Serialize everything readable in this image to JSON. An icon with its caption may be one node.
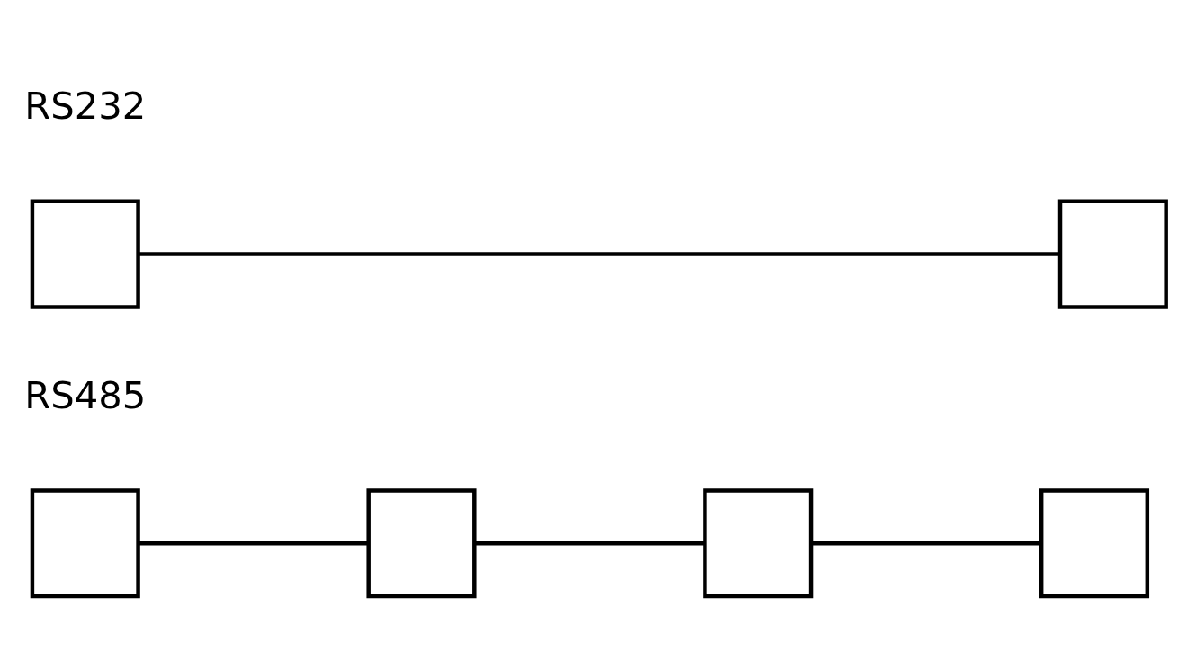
{
  "diagram": {
    "nodes": [
      {
        "text": [],
        "shape": "box"
      },
      {
        "text": [],
        "shape": "box"
      },
      {
        "text": [],
        "shape": "box"
      },
      {
        "text": [],
        "shape": "box"
      },
      {
        "text": [],
        "shape": "box"
      },
      {
        "text": [],
        "shape": "box"
      }
    ],
    "edges": [
      {
        "from": 0,
        "to": 1,
        "arrow": "none"
      },
      {
        "from": 2,
        "to": 3,
        "arrow": "none"
      },
      {
        "from": 3,
        "to": 4,
        "arrow": "none"
      },
      {
        "from": 4,
        "to": 5,
        "arrow": "none"
      }
    ],
    "labels": [
      "RS232",
      "RS485"
    ]
  }
}
